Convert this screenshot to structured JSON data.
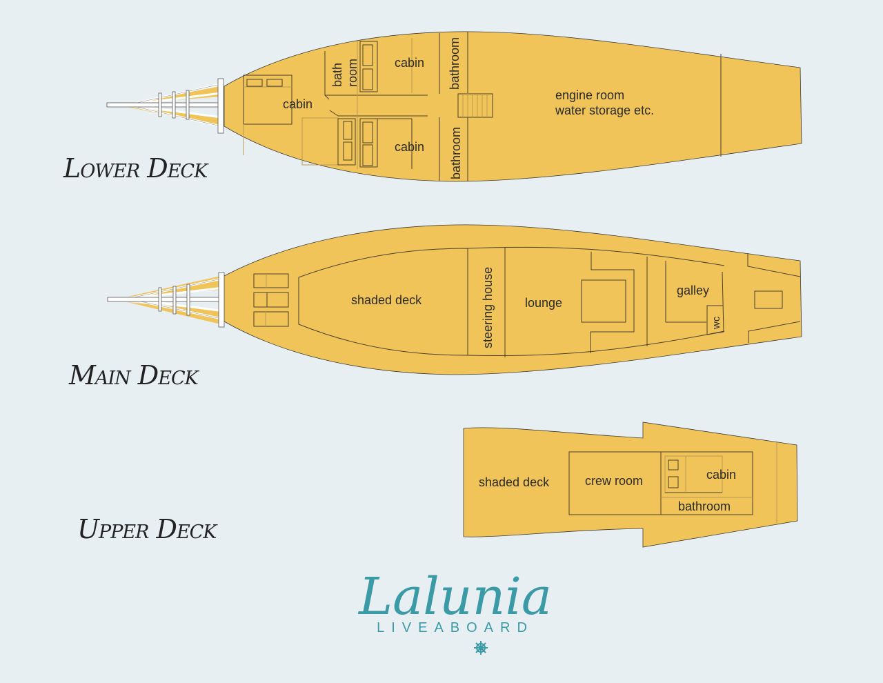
{
  "colors": {
    "background": "#e8eff3",
    "hull": "#f0c458",
    "logo": "#3a9aa5",
    "text": "#2b2b2b"
  },
  "decks": [
    {
      "title": "Lower Deck",
      "rooms": {
        "cabin_fore": "cabin",
        "bath_1": "bath",
        "bath_2": "room",
        "cabin_top": "cabin",
        "cabin_bottom": "cabin",
        "bathroom_top": "bathroom",
        "bathroom_bottom": "bathroom",
        "engine_1": "engine room",
        "engine_2": "water storage etc."
      }
    },
    {
      "title": "Main Deck",
      "rooms": {
        "shaded_deck": "shaded deck",
        "steering_house": "steering house",
        "lounge": "lounge",
        "galley": "galley",
        "wc": "wc"
      }
    },
    {
      "title": "Upper Deck",
      "rooms": {
        "shaded_deck": "shaded deck",
        "crew_room": "crew room",
        "cabin": "cabin",
        "bathroom": "bathroom"
      }
    }
  ],
  "logo": {
    "name": "Lalunia",
    "tagline": "LIVEABOARD",
    "icon": "ship-wheel-icon"
  }
}
